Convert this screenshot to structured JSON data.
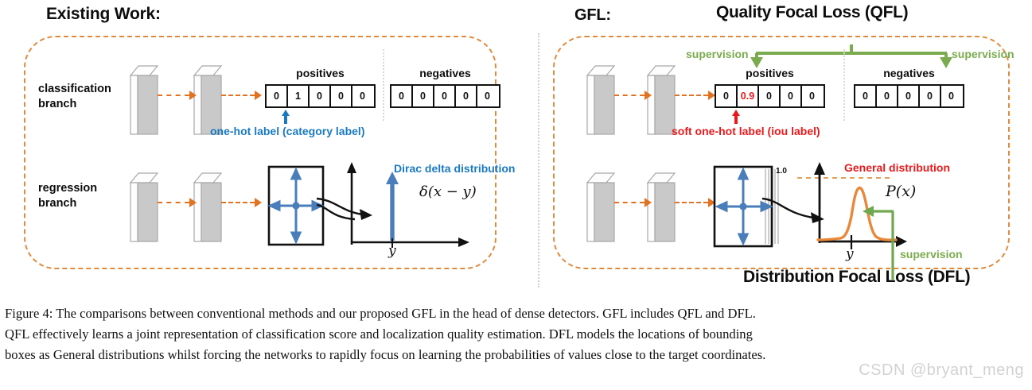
{
  "figure": {
    "titles": {
      "existing": "Existing Work:",
      "gfl": "GFL:",
      "qfl": "Quality Focal Loss (QFL)",
      "dfl": "Distribution Focal Loss (DFL)"
    },
    "branches": {
      "classification": "classification\nbranch",
      "regression": "regression\nbranch"
    },
    "colors": {
      "panel_dashed": "#e08a3c",
      "arrow_orange": "#e2721f",
      "blue_label": "#1a7ac0",
      "red_label": "#e8191c",
      "green_supervision": "#7aab4f",
      "curve_orange": "#e8883a",
      "bbox_blue": "#4a7ebb",
      "slab_gray": "#c9c9c9",
      "text_black": "#0d0d0d",
      "watermark_gray": "#d2d2d2"
    },
    "left_panel": {
      "classification": {
        "positives_caption": "positives",
        "negatives_caption": "negatives",
        "positives_values": [
          "0",
          "1",
          "0",
          "0",
          "0"
        ],
        "negatives_values": [
          "0",
          "0",
          "0",
          "0",
          "0"
        ],
        "hot_index": 1,
        "callout": "one-hot label (category label)"
      },
      "regression": {
        "plot_title": "Dirac delta distribution",
        "formula": "δ(x − y)",
        "x_tick_label": "y"
      }
    },
    "right_panel": {
      "classification": {
        "positives_caption": "positives",
        "negatives_caption": "negatives",
        "positives_values": [
          "0",
          "0.9",
          "0",
          "0",
          "0"
        ],
        "negatives_values": [
          "0",
          "0",
          "0",
          "0",
          "0"
        ],
        "hot_index": 1,
        "callout": "soft one-hot label (iou label)",
        "supervision_left": "supervision",
        "supervision_right": "supervision"
      },
      "regression": {
        "plot_title": "General distribution",
        "formula": "P(x)",
        "x_tick_label": "y",
        "y_max_label": "1.0",
        "supervision": "supervision"
      }
    }
  },
  "chart_data": [
    {
      "type": "line",
      "title": "Dirac delta distribution",
      "annotation": "δ(x − y)",
      "xlabel": "",
      "ylabel": "",
      "x": [
        0.0,
        0.5,
        0.5,
        0.5,
        1.0
      ],
      "values": [
        0.0,
        0.0,
        1.0,
        0.0,
        0.0
      ],
      "xticks": [
        "y"
      ],
      "xtick_positions": [
        0.5
      ],
      "grid": false,
      "legend": "none",
      "series_color": "#4a7ebb"
    },
    {
      "type": "line",
      "title": "General distribution",
      "annotation": "P(x)",
      "xlabel": "",
      "ylabel": "",
      "ylim": [
        0,
        1.0
      ],
      "ytick_labels": [
        "1.0"
      ],
      "x": [
        0.0,
        0.1,
        0.2,
        0.28,
        0.34,
        0.4,
        0.44,
        0.48,
        0.52,
        0.58,
        0.64,
        0.7,
        0.78,
        0.88,
        1.0
      ],
      "values": [
        0.02,
        0.02,
        0.03,
        0.06,
        0.16,
        0.44,
        0.72,
        0.8,
        0.7,
        0.46,
        0.26,
        0.13,
        0.05,
        0.02,
        0.02
      ],
      "xticks": [
        "y"
      ],
      "xtick_positions": [
        0.44
      ],
      "grid": false,
      "legend": "none",
      "series_color": "#e8883a"
    }
  ],
  "caption": {
    "lines": [
      "Figure 4: The comparisons between conventional methods and our proposed GFL in the head of dense detectors. GFL includes QFL and DFL.",
      "QFL effectively learns a joint representation of classification score and localization quality estimation. DFL models the locations of bounding",
      "boxes as General distributions whilst forcing the networks to rapidly focus on learning the probabilities of values close to the target coordinates."
    ]
  },
  "watermark": "CSDN @bryant_meng"
}
